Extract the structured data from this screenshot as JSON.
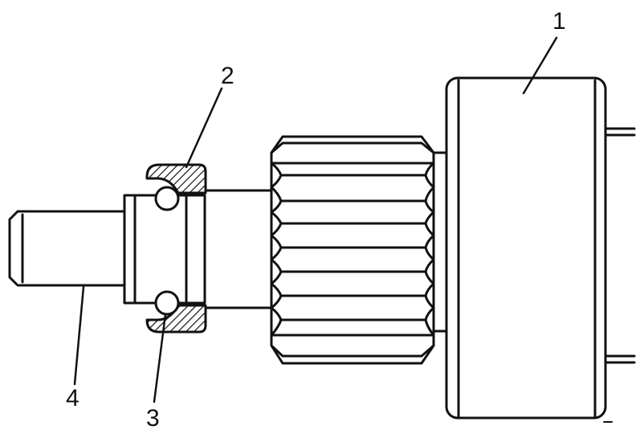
{
  "callouts": {
    "part_1": "1",
    "part_2": "2",
    "part_3": "3",
    "part_4": "4"
  },
  "colors": {
    "ink": "#111111",
    "paper": "#ffffff"
  }
}
